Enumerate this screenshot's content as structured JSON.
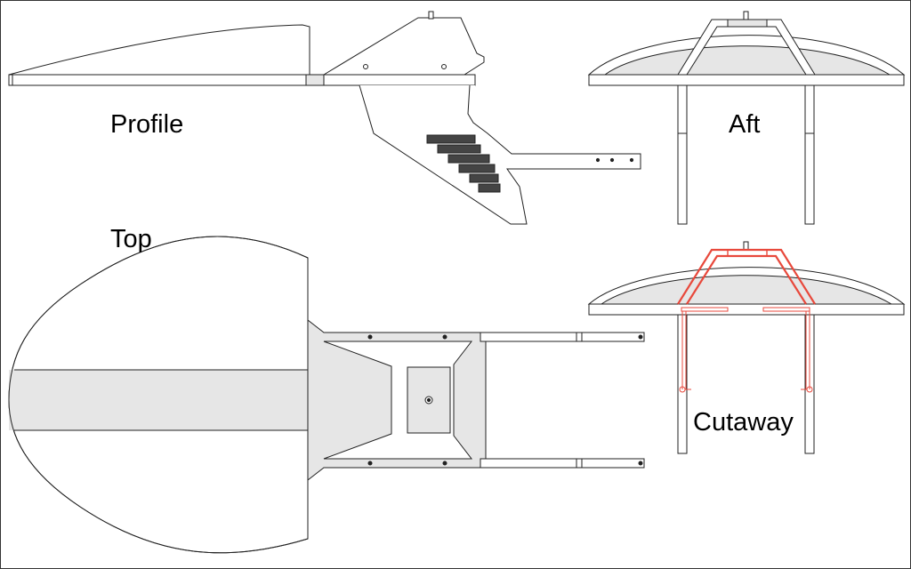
{
  "labels": {
    "profile": "Profile",
    "aft": "Aft",
    "top": "Top",
    "cutaway": "Cutaway"
  },
  "colors": {
    "outline": "#222222",
    "fill_light": "#e6e6e6",
    "fill_white": "#ffffff",
    "grille": "#333333",
    "cutaway_highlight": "#e8493c",
    "border": "#333333"
  }
}
